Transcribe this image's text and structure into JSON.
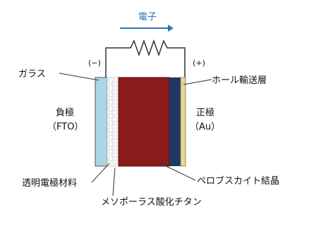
{
  "electron_label": "電子",
  "polarity": {
    "negative": "(−)",
    "positive": "(+)"
  },
  "labels": {
    "glass": "ガラス",
    "hole_transport": "ホール輸送層",
    "negative_electrode_line1": "負極",
    "negative_electrode_line2": "（FTO）",
    "positive_electrode_line1": "正極",
    "positive_electrode_line2": "（Au）",
    "transparent_electrode": "透明電極材料",
    "perovskite": "ペロブスカイト結晶",
    "mesoporous_tio2": "メソポーラス酸化チタン"
  },
  "colors": {
    "glass": "#a9d6e5",
    "perovskite": "#8b1a1a",
    "hole_transport": "#1f3864",
    "gold": "#e8d39a",
    "arrow": "#2e75b6",
    "wire": "#333333"
  }
}
